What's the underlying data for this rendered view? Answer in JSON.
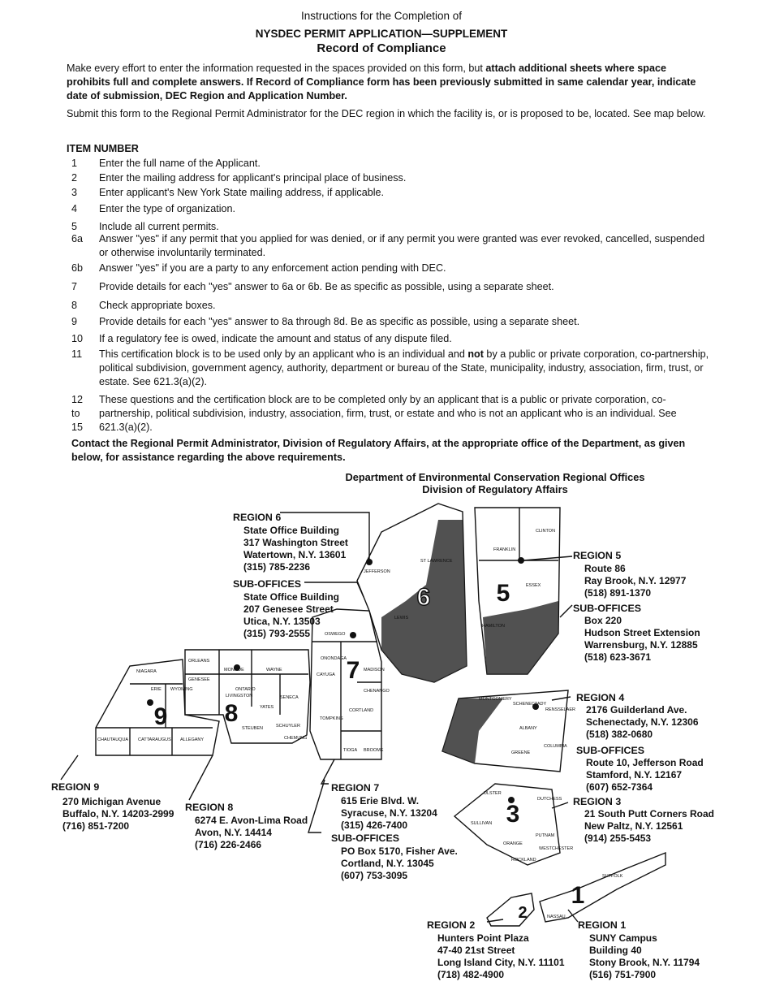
{
  "header": {
    "line1": "Instructions for the Completion of",
    "line2": "NYSDEC PERMIT APPLICATION—SUPPLEMENT",
    "line3": "Record of Compliance"
  },
  "intro": {
    "p1_normal": "Make every effort to enter the information requested in the spaces provided on this form, but ",
    "p1_bold": "attach additional sheets where space prohibits full and complete answers. If Record of Compliance form has been previously submitted in same calendar year, indicate date of submission, DEC Region and Application Number.",
    "p2": "Submit this form to the Regional Permit Administrator for the DEC region in which the facility is, or is proposed to be, located. See map below."
  },
  "items_heading": "ITEM NUMBER",
  "items": [
    {
      "n": "1",
      "t": "Enter the full name of the Applicant."
    },
    {
      "n": "2",
      "t": "Enter the mailing address for applicant's principal place of business."
    },
    {
      "n": "3",
      "t": "Enter applicant's New York State mailing address, if applicable."
    },
    {
      "n": "4",
      "t": "Enter the type of organization."
    },
    {
      "n": "5",
      "t": "Include all current permits."
    },
    {
      "n": "6a",
      "t": "Answer \"yes\" if any permit that you applied for was denied, or if any permit you were granted was ever revoked, cancelled, suspended or otherwise involuntarily terminated."
    },
    {
      "n": "6b",
      "t": "Answer \"yes\" if you are a party to any enforcement action pending with DEC."
    },
    {
      "n": "7",
      "t": "Provide details for each \"yes\" answer to 6a or 6b. Be as specific as possible, using a separate sheet."
    },
    {
      "n": "8",
      "t": "Check appropriate boxes."
    },
    {
      "n": "9",
      "t": "Provide details for each \"yes\" answer to 8a through 8d. Be as specific as possible, using a separate sheet."
    },
    {
      "n": "10",
      "t": "If a regulatory fee is owed, indicate the amount and status of any dispute filed."
    },
    {
      "n": "11",
      "t_a": "This certification block is to be used only by an applicant who is an individual and ",
      "t_bold": "not",
      "t_b": " by a public or private corporation, co-partnership, political subdivision, government agency, authority, department or bureau of the State, municipality, industry, association, firm, trust, or estate. See 621.3(a)(2)."
    },
    {
      "n": "12\nto\n15",
      "t": "These questions and the certification block are to be completed only by an applicant that is a public or private corporation, co-partnership, political subdivision, industry, association, firm, trust, or estate and who is not an applicant who is an individual. See 621.3(a)(2)."
    }
  ],
  "contact": "Contact the Regional Permit Administrator, Division of Regulatory Affairs, at the appropriate office of the Department, as given below, for assistance regarding the above requirements.",
  "map": {
    "title1": "Department of Environmental Conservation Regional Offices",
    "title2": "Division of Regulatory Affairs",
    "region_numbers": [
      "9",
      "8",
      "7",
      "6",
      "5",
      "3",
      "1",
      "2"
    ],
    "counties": [
      "NIAGARA",
      "ERIE",
      "WYOMING",
      "CHAUTAUQUA",
      "CATTARAUGUS",
      "ALLEGANY",
      "ORLEANS",
      "GENESEE",
      "MONROE",
      "WAYNE",
      "ONTARIO",
      "YATES",
      "SENECA",
      "LIVINGSTON",
      "STEUBEN",
      "SCHUYLER",
      "CHEMUNG",
      "OSWEGO",
      "ONONDAGA",
      "CAYUGA",
      "MADISON",
      "CORTLAND",
      "CHENANGO",
      "TOMPKINS",
      "TIOGA",
      "BROOME",
      "JEFFERSON",
      "ST LAWRENCE",
      "LEWIS",
      "FRANKLIN",
      "CLINTON",
      "ESSEX",
      "HAMILTON",
      "MONTGOMERY",
      "ALBANY",
      "GREENE",
      "COLUMBIA",
      "RENSSELAER",
      "SCHENECTADY",
      "ULSTER",
      "DUTCHESS",
      "SULLIVAN",
      "ORANGE",
      "PUTNAM",
      "ROCKLAND",
      "WESTCHESTER",
      "SUFFOLK",
      "NASSAU"
    ]
  },
  "regions": {
    "r6": {
      "label": "REGION 6",
      "lines": [
        "State Office Building",
        "317 Washington Street",
        "Watertown, N.Y. 13601",
        "(315) 785-2236"
      ],
      "sub_label": "SUB-OFFICES",
      "sub": [
        "State Office Building",
        "207 Genesee Street",
        "Utica, N.Y. 13503",
        "(315) 793-2555"
      ]
    },
    "r5": {
      "label": "REGION 5",
      "lines": [
        "Route 86",
        "Ray Brook, N.Y. 12977",
        "(518) 891-1370"
      ],
      "sub_label": "SUB-OFFICES",
      "sub": [
        "Box 220",
        "Hudson Street Extension",
        "Warrensburg, N.Y. 12885",
        "(518) 623-3671"
      ]
    },
    "r4": {
      "label": "REGION 4",
      "lines": [
        "2176 Guilderland Ave.",
        "Schenectady, N.Y. 12306",
        "(518) 382-0680"
      ],
      "sub_label": "SUB-OFFICES",
      "sub": [
        "Route 10, Jefferson Road",
        "Stamford, N.Y. 12167",
        "(607) 652-7364"
      ]
    },
    "r3": {
      "label": "REGION 3",
      "lines": [
        "21 South Putt Corners Road",
        "New Paltz, N.Y. 12561",
        "(914) 255-5453"
      ]
    },
    "r9": {
      "label": "REGION 9",
      "lines": [
        "270 Michigan Avenue",
        "Buffalo, N.Y. 14203-2999",
        "(716) 851-7200"
      ]
    },
    "r8": {
      "label": "REGION 8",
      "lines": [
        "6274 E. Avon-Lima Road",
        "Avon, N.Y. 14414",
        "(716) 226-2466"
      ]
    },
    "r7": {
      "label": "REGION 7",
      "lines": [
        "615 Erie Blvd. W.",
        "Syracuse, N.Y. 13204",
        "(315) 426-7400"
      ],
      "sub_label": "SUB-OFFICES",
      "sub": [
        "PO Box 5170, Fisher Ave.",
        "Cortland, N.Y. 13045",
        "(607) 753-3095"
      ]
    },
    "r2": {
      "label": "REGION 2",
      "lines": [
        "Hunters Point Plaza",
        "47-40 21st Street",
        "Long Island City, N.Y. 11101",
        "(718) 482-4900"
      ]
    },
    "r1": {
      "label": "REGION 1",
      "lines": [
        "SUNY Campus",
        "Building 40",
        "Stony Brook, N.Y. 11794",
        "(516) 751-7900"
      ]
    }
  }
}
